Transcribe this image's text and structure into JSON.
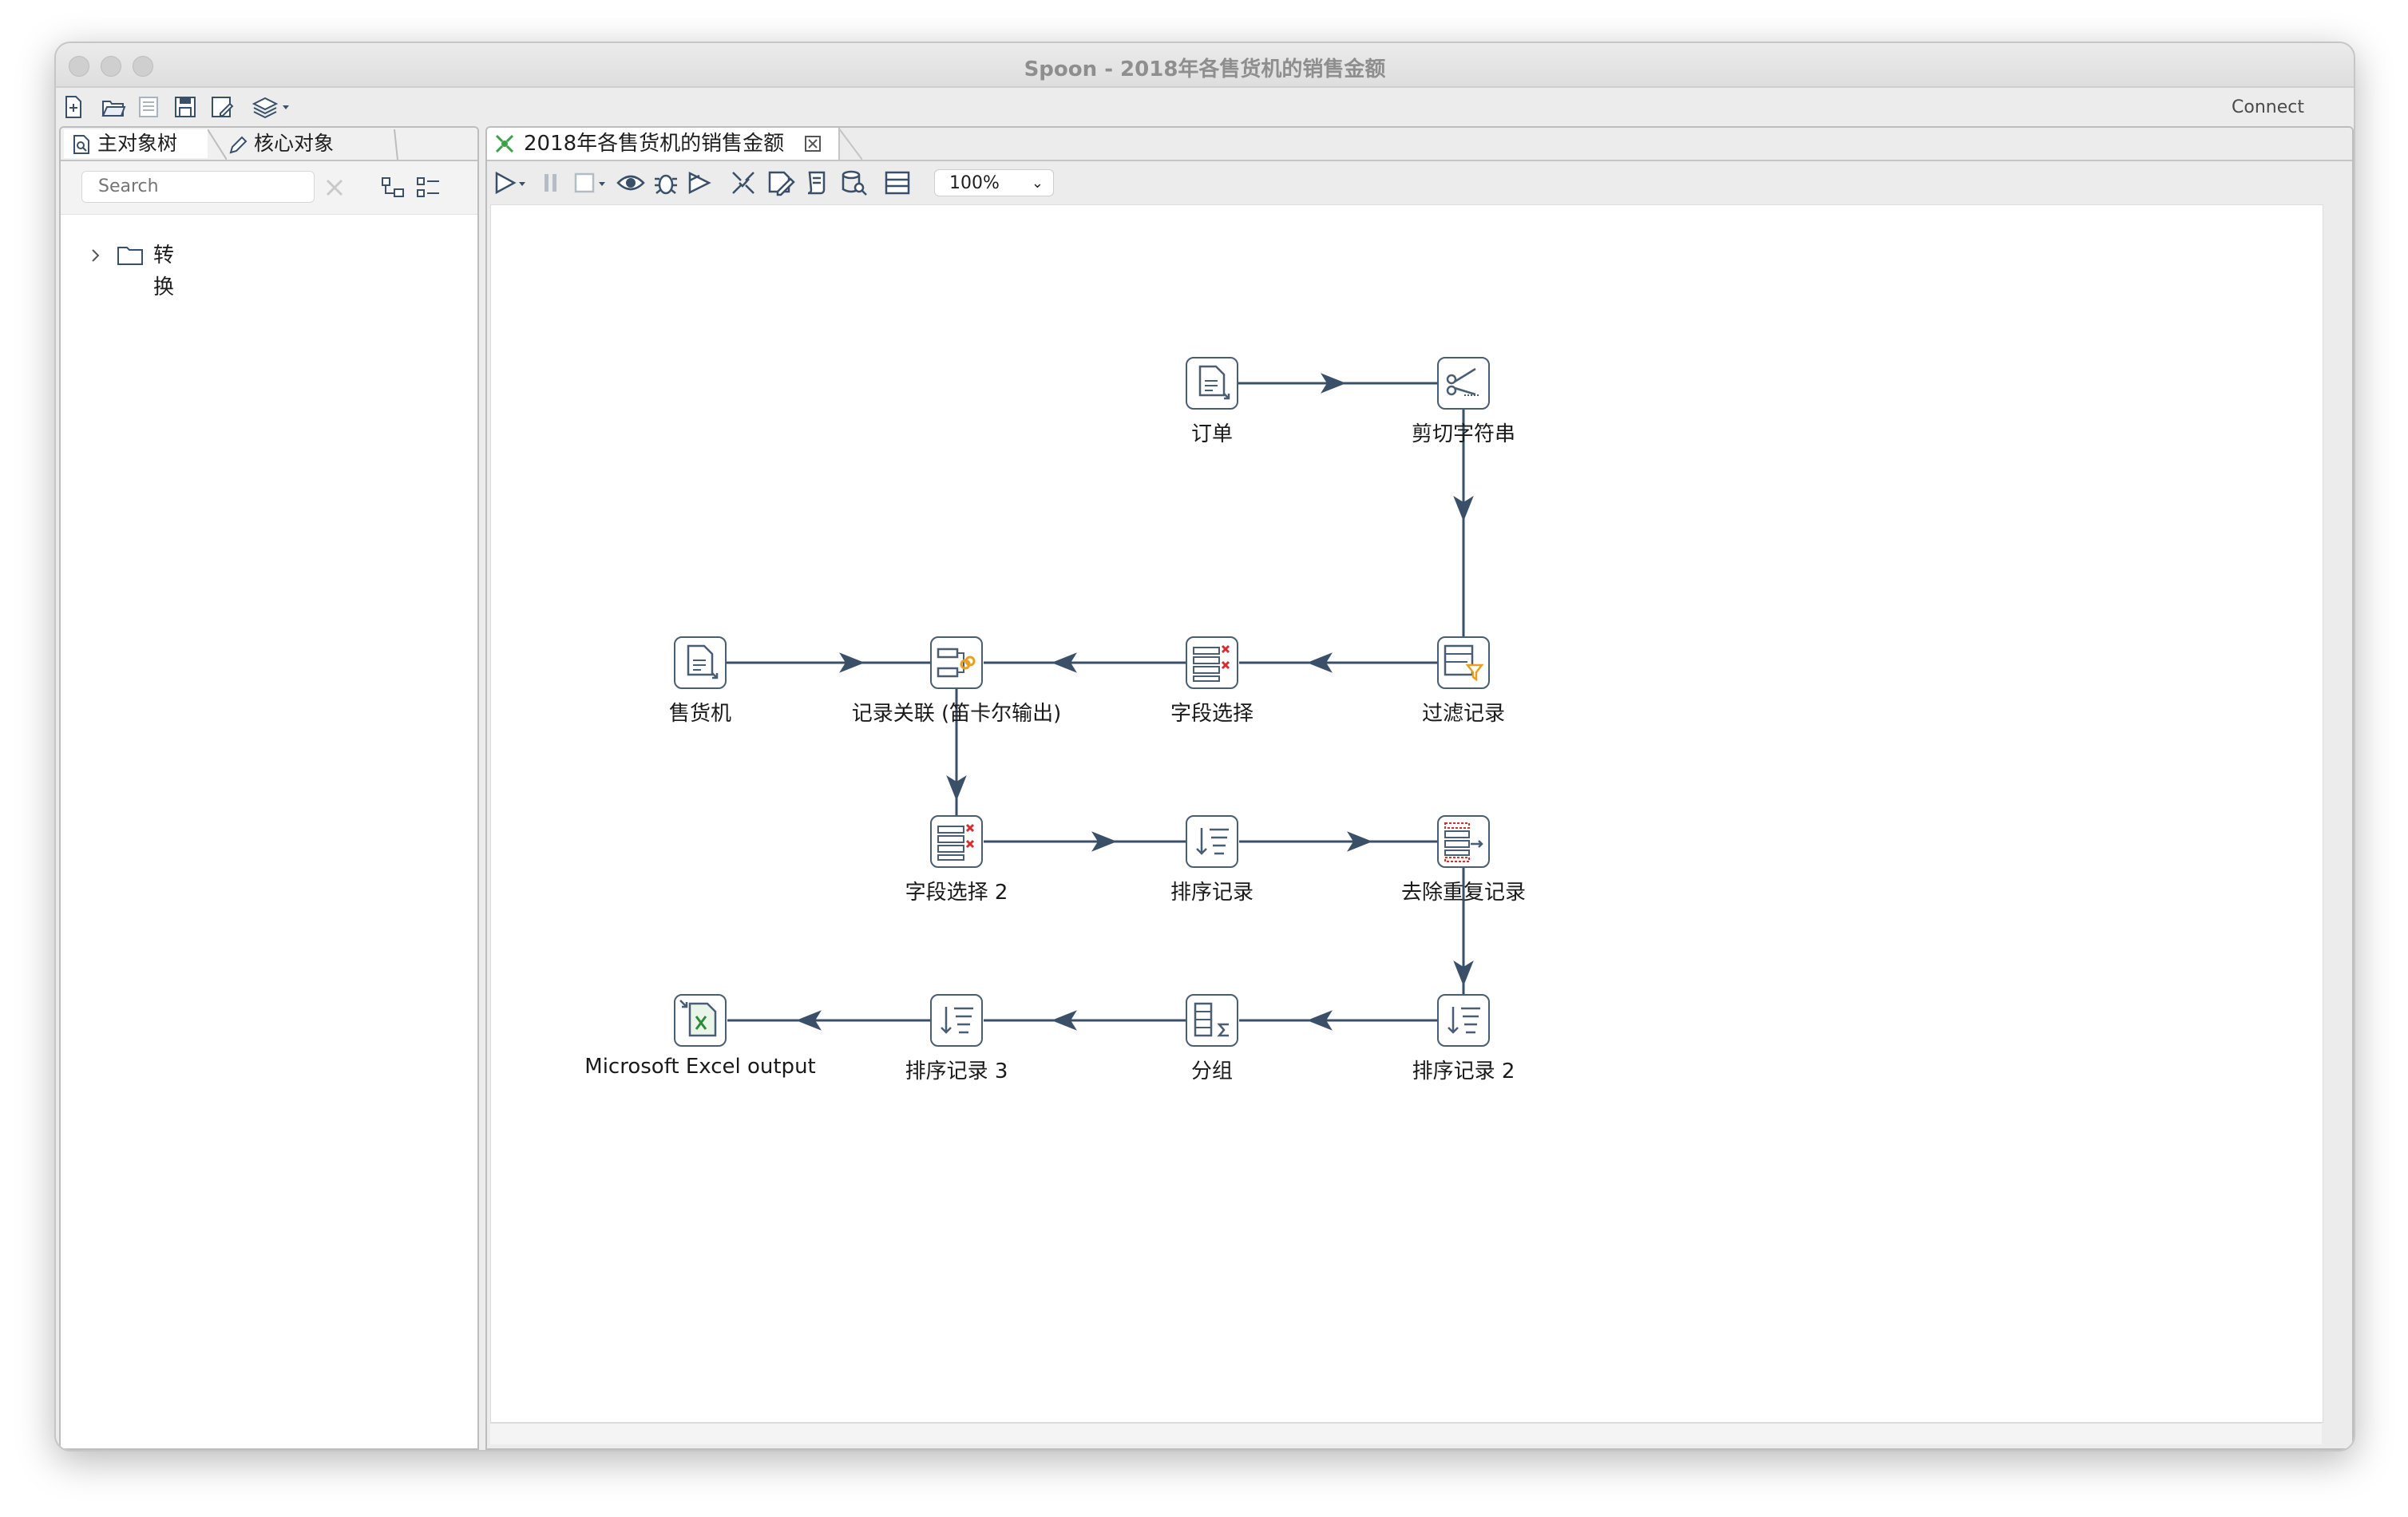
{
  "window": {
    "title": "Spoon - 2018年各售货机的销售金额"
  },
  "toolbar": {
    "icons": [
      "new-file-icon",
      "open-icon",
      "explore-icon",
      "save-icon",
      "save-as-icon",
      "layers-icon"
    ],
    "connect_label": "Connect"
  },
  "left_panel": {
    "tabs": [
      {
        "label": "主对象树",
        "icon": "magnify-doc-icon",
        "active": true
      },
      {
        "label": "核心对象",
        "icon": "pencil-icon",
        "active": false
      }
    ],
    "search_placeholder": "Search",
    "tree": [
      {
        "label": "转换",
        "icon": "folder-icon",
        "expanded": false
      }
    ]
  },
  "editor": {
    "tab_label": "2018年各售货机的销售金额",
    "zoom": "100%",
    "toolbar_icons": [
      "run-icon",
      "pause-icon",
      "stop-icon",
      "preview-icon",
      "debug-icon",
      "replay-icon",
      "verify-icon",
      "impact-icon",
      "sql-icon",
      "explore-db-icon",
      "results-icon"
    ]
  },
  "steps": [
    {
      "id": "s1",
      "label": "订单",
      "icon": "text-input-icon"
    },
    {
      "id": "s2",
      "label": "剪切字符串",
      "icon": "scissors-icon"
    },
    {
      "id": "s3",
      "label": "售货机",
      "icon": "text-input-icon"
    },
    {
      "id": "s4",
      "label": "记录关联 (笛卡尔输出)",
      "icon": "join-icon"
    },
    {
      "id": "s5",
      "label": "字段选择",
      "icon": "select-values-icon"
    },
    {
      "id": "s6",
      "label": "过滤记录",
      "icon": "filter-icon"
    },
    {
      "id": "s7",
      "label": "字段选择 2",
      "icon": "select-values-icon"
    },
    {
      "id": "s8",
      "label": "排序记录",
      "icon": "sort-icon"
    },
    {
      "id": "s9",
      "label": "去除重复记录",
      "icon": "unique-icon"
    },
    {
      "id": "s10",
      "label": "Microsoft Excel output",
      "icon": "excel-icon"
    },
    {
      "id": "s11",
      "label": "排序记录 3",
      "icon": "sort-icon"
    },
    {
      "id": "s12",
      "label": "分组",
      "icon": "group-by-icon"
    },
    {
      "id": "s13",
      "label": "排序记录 2",
      "icon": "sort-icon"
    }
  ],
  "hops": [
    [
      "s1",
      "s2"
    ],
    [
      "s2",
      "s6"
    ],
    [
      "s6",
      "s5"
    ],
    [
      "s5",
      "s4"
    ],
    [
      "s3",
      "s4"
    ],
    [
      "s4",
      "s7"
    ],
    [
      "s7",
      "s8"
    ],
    [
      "s8",
      "s9"
    ],
    [
      "s9",
      "s13"
    ],
    [
      "s13",
      "s12"
    ],
    [
      "s12",
      "s11"
    ],
    [
      "s11",
      "s10"
    ]
  ]
}
